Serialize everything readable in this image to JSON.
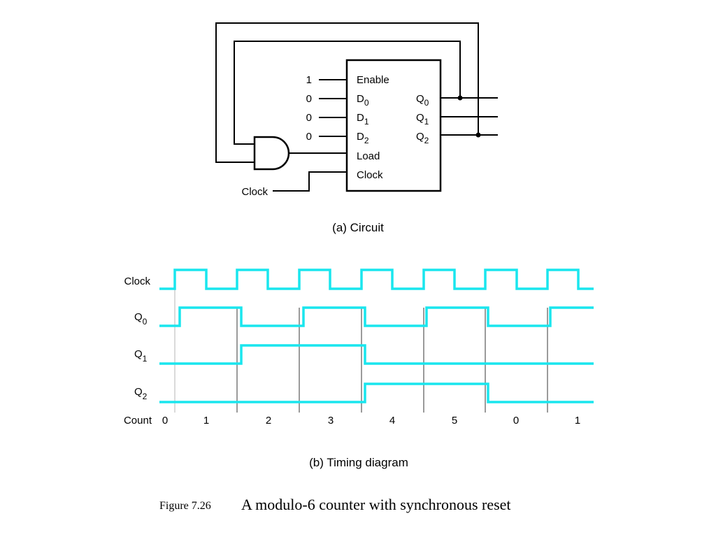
{
  "circuit": {
    "inputs": [
      {
        "value": "1",
        "label": "Enable",
        "sub": ""
      },
      {
        "value": "0",
        "label": "D",
        "sub": "0"
      },
      {
        "value": "0",
        "label": "D",
        "sub": "1"
      },
      {
        "value": "0",
        "label": "D",
        "sub": "2"
      }
    ],
    "load_label": "Load",
    "clock_pin_label": "Clock",
    "outputs": [
      {
        "label": "Q",
        "sub": "0"
      },
      {
        "label": "Q",
        "sub": "1"
      },
      {
        "label": "Q",
        "sub": "2"
      }
    ],
    "clock_input_label": "Clock",
    "caption": "(a) Circuit"
  },
  "timing": {
    "signals": [
      {
        "label": "Clock",
        "sub": "",
        "levels": [
          0,
          1,
          0,
          1,
          0,
          1,
          0,
          1,
          0,
          1,
          0,
          1,
          0,
          1,
          0
        ]
      },
      {
        "label": "Q",
        "sub": "0",
        "levels": [
          0,
          1,
          0,
          1,
          0,
          1,
          0,
          1
        ]
      },
      {
        "label": "Q",
        "sub": "1",
        "levels": [
          0,
          1,
          0
        ]
      },
      {
        "label": "Q",
        "sub": "2",
        "levels": [
          0,
          1,
          0
        ]
      }
    ],
    "count_label": "Count",
    "counts": [
      "0",
      "1",
      "2",
      "3",
      "4",
      "5",
      "0",
      "1"
    ],
    "wave_color": "#19e6ee",
    "caption": "(b) Timing diagram"
  },
  "figure": {
    "number": "Figure 7.26",
    "title": "A modulo-6 counter with synchronous reset"
  }
}
